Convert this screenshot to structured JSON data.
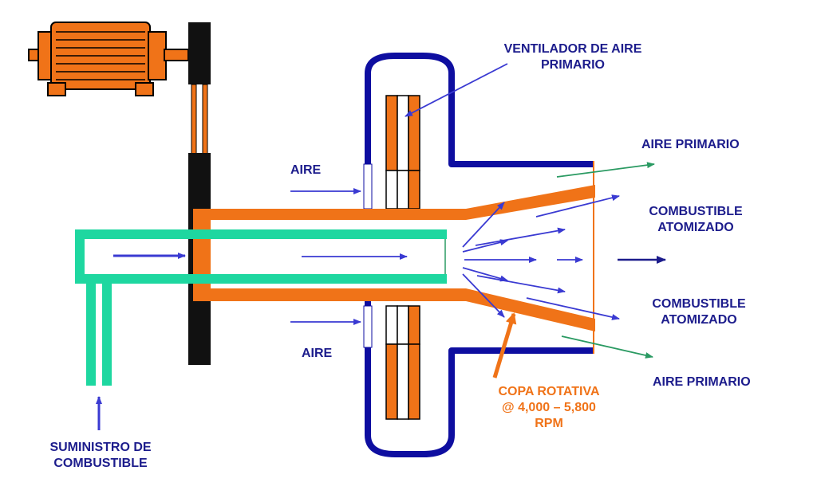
{
  "colors": {
    "motor": "#f07318",
    "housing": "#0e0ea0",
    "fuel_pipe": "#1ed7a0",
    "label_blue": "#1c1c8c",
    "label_orange": "#f07318",
    "arrow_blue": "#3a3ad2",
    "arrow_green": "#2a9a62",
    "shaft": "#111111"
  },
  "labels": {
    "fan": {
      "line1": "VENTILADOR DE AIRE",
      "line2": "PRIMARIO"
    },
    "air_top": "AIRE",
    "air_bottom": "AIRE",
    "primary_air_top": "AIRE PRIMARIO",
    "primary_air_bottom": "AIRE PRIMARIO",
    "atomized_top": {
      "line1": "COMBUSTIBLE",
      "line2": "ATOMIZADO"
    },
    "atomized_bottom": {
      "line1": "COMBUSTIBLE",
      "line2": "ATOMIZADO"
    },
    "cup": {
      "line1": "COPA ROTATIVA",
      "line2": "@ 4,000 – 5,800",
      "line3": "RPM"
    },
    "supply": {
      "line1": "SUMINISTRO DE",
      "line2": "COMBUSTIBLE"
    }
  }
}
